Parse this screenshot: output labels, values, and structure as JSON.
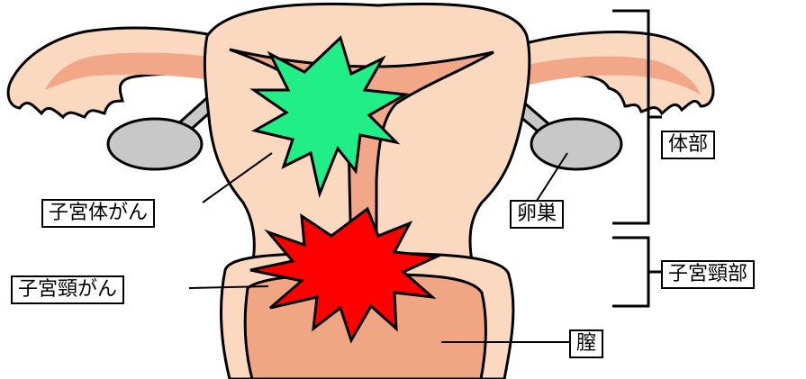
{
  "labels": {
    "corpus_cancer": "子宮体がん",
    "cervical_cancer": "子宮頸がん",
    "ovary": "卵巣",
    "body": "体部",
    "cervix": "子宮頸部",
    "vagina": "膣"
  },
  "colors": {
    "uterus_skin": "#fbd9c0",
    "uterus_inner": "#f2a888",
    "vagina": "#f0a682",
    "ovary": "#c8c8c8",
    "corpus_cancer": "#22ee88",
    "cervical_cancer": "#ff0000",
    "outline": "#000000"
  }
}
